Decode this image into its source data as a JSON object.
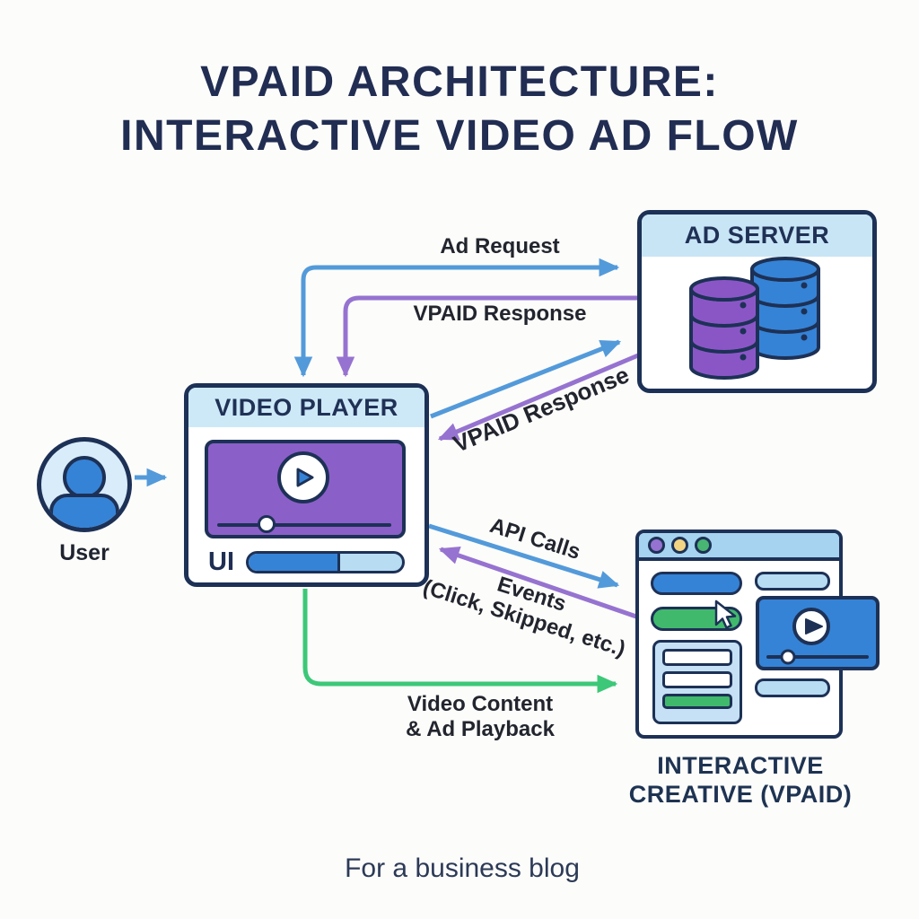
{
  "title": {
    "line1": "VPAID ARCHITECTURE:",
    "line2": "INTERACTIVE VIDEO AD FLOW"
  },
  "caption": "For a business blog",
  "nodes": {
    "user": {
      "label": "User",
      "icon": "user-avatar"
    },
    "video_player": {
      "title": "VIDEO PLAYER",
      "ui_label": "UI",
      "seek_position": "30%",
      "ui_progress": "58%",
      "icon": "play-button"
    },
    "ad_server": {
      "title": "AD SERVER",
      "icon": "database-stack"
    },
    "creative": {
      "title_line1": "INTERACTIVE",
      "title_line2": "CREATIVE (VPAID)",
      "icon": "browser-window",
      "window_dots": [
        "#9673d0",
        "#f2d483",
        "#48b573"
      ],
      "panel_rows": [
        "#ffffff",
        "#ffffff",
        "#41b96d"
      ]
    }
  },
  "flows": {
    "user_click": {
      "from": "User",
      "to": "Video Player",
      "color": "#539ada"
    },
    "ad_request": {
      "label": "Ad Request",
      "from": "Video Player",
      "to": "Ad Server",
      "color": "#539ada"
    },
    "vpaid_response": {
      "label": "VPAID Response",
      "from": "Ad Server",
      "to": "Video Player",
      "color": "#9673d0"
    },
    "vpaid_response_diag": {
      "label": "VPAID Response",
      "from": "Video Player",
      "to": "Ad Server",
      "colors": [
        "#539ada",
        "#9673d0"
      ]
    },
    "api_calls": {
      "label": "API Calls",
      "from": "Video Player",
      "to": "Interactive Creative",
      "color": "#539ada"
    },
    "events": {
      "label_line1": "Events",
      "label_line2": "(Click, Skipped, etc.)",
      "from": "Interactive Creative",
      "to": "Video Player",
      "color": "#9673d0"
    },
    "video_content": {
      "label_line1": "Video Content",
      "label_line2": "& Ad Playback",
      "from": "Video Player",
      "to": "Interactive Creative",
      "color": "#3cc878"
    }
  },
  "palette": {
    "background": "#fcfcfa",
    "title_navy": "#212d52",
    "outline_navy": "#1d3156",
    "header_light_blue": "#cde9f8",
    "arrow_blue": "#539ada",
    "arrow_purple": "#9673d0",
    "arrow_green": "#3cc878",
    "fill_purple": "#8b5fc8",
    "fill_blue": "#3583d6",
    "fill_green": "#41b96d",
    "fill_light_blue": "#b8dcf2"
  }
}
